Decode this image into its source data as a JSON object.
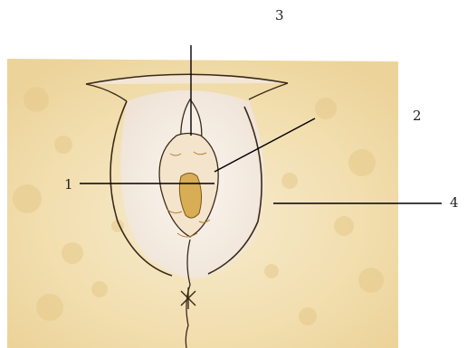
{
  "figure": {
    "callouts": [
      {
        "id": "3",
        "text": "3"
      },
      {
        "id": "2",
        "text": "2"
      },
      {
        "id": "1",
        "text": "1"
      },
      {
        "id": "4",
        "text": "4"
      }
    ],
    "colors": {
      "background": "#ffffff",
      "skin": "#f2dfb0",
      "skin_light": "#f7ecd0",
      "inner_area": "#f6eee6",
      "outline": "#3a2a1a",
      "detail": "#c9a14a",
      "leader_line": "#000000"
    }
  }
}
